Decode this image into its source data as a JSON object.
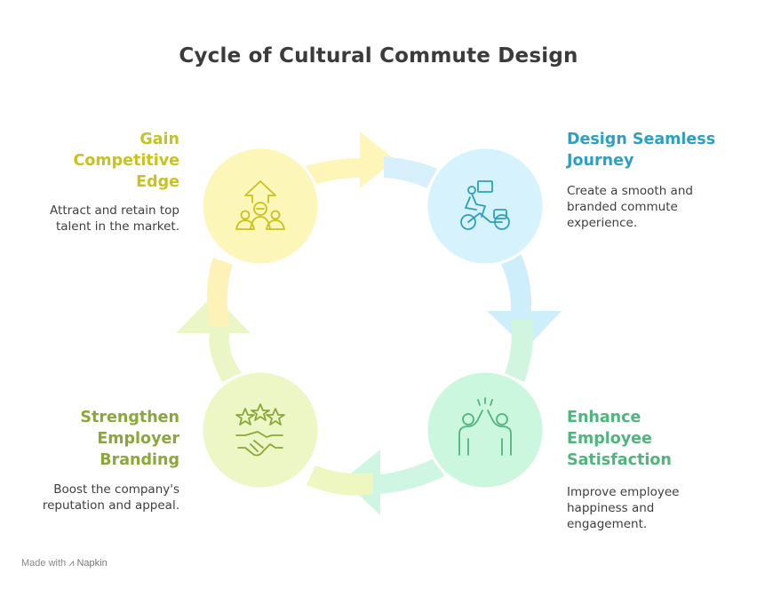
{
  "title": "Cycle of Cultural Commute Design",
  "colors": {
    "yellow": "#c9c21f",
    "blue": "#2e9fc2",
    "green": "#4fb57d",
    "lime": "#8aa83a"
  },
  "steps": [
    {
      "id": "gain",
      "heading": "Gain\nCompetitive\nEdge",
      "description": "Attract and retain top\ntalent in the market.",
      "icon": "growth-team-icon"
    },
    {
      "id": "design",
      "heading": "Design Seamless\nJourney",
      "description": "Create a smooth and\nbranded commute\nexperience.",
      "icon": "delivery-cyclist-icon"
    },
    {
      "id": "enhance",
      "heading": "Enhance\nEmployee\nSatisfaction",
      "description": "Improve employee\nhappiness and\nengagement.",
      "icon": "high-five-icon"
    },
    {
      "id": "strengthen",
      "heading": "Strengthen\nEmployer\nBranding",
      "description": "Boost the company's\nreputation and appeal.",
      "icon": "stars-handshake-icon"
    }
  ],
  "footer": {
    "prefix": "Made with",
    "brand": "Napkin"
  }
}
